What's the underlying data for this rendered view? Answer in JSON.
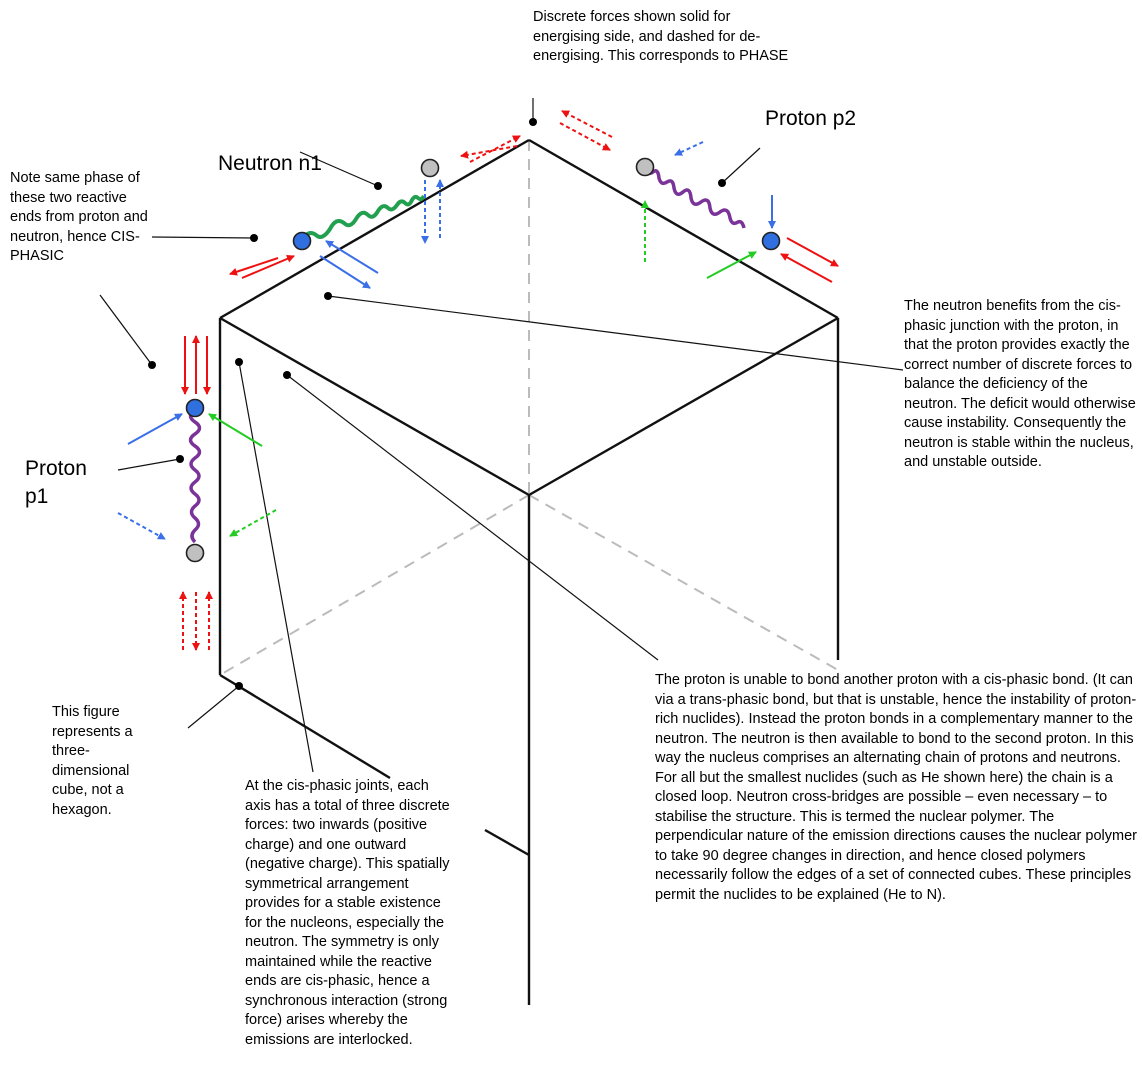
{
  "labels": {
    "neutron_n1": "Neutron n1",
    "proton_p2": "Proton p2",
    "proton_p1": "Proton p1"
  },
  "notes": {
    "phase": "Discrete forces shown solid for energising side, and dashed for de-energising. This corresponds to PHASE",
    "cis_phasic": "Note same phase of these two reactive ends from proton and neutron, hence CIS-PHASIC",
    "neutron_benefit": "The neutron benefits from the cis-phasic junction with the proton, in that the proton provides exactly the correct number of discrete forces to balance the deficiency of the neutron. The deficit would otherwise cause instability. Consequently the neutron is stable within the nucleus, and unstable outside.",
    "cube": "This figure represents a three-dimensional cube, not a hexagon.",
    "joints": "At the cis-phasic joints, each axis has a total of three discrete forces: two inwards (positive charge) and one outward (negative charge).  This spatially symmetrical arrangement provides for a stable existence for the nucleons, especially the neutron. The symmetry is only maintained while the reactive ends are cis-phasic, hence a synchronous interaction (strong force) arises whereby the emissions are interlocked.",
    "proton_bond": "The proton is unable to bond another proton with a cis-phasic bond. (It can via a trans-phasic bond, but that is unstable, hence the instability of proton-rich nuclides). Instead the proton bonds in a complementary manner to the neutron. The neutron is then available to bond to the second proton. In this way the nucleus comprises an alternating chain of protons and neutrons. For all but the smallest nuclides (such as He shown here) the chain is a closed loop. Neutron cross-bridges are possible – even necessary – to stabilise the structure.  This is termed the nuclear polymer. The perpendicular nature of the emission directions causes the nuclear polymer to take 90 degree changes in direction, and hence closed polymers necessarily follow the edges of a set of connected cubes. These principles permit the nuclides to be explained (He to N)."
  },
  "colors": {
    "red": "#ee1111",
    "blue": "#3a6fe8",
    "green": "#22cc22",
    "purple": "#7a3399",
    "neutron_green": "#22a050",
    "grey_node": "#c0c0c0",
    "blue_node": "#2f6fe0",
    "hidden_edge": "#bbbbbb"
  },
  "nodes": {
    "blue": "reactive end (blue sphere)",
    "grey": "non-reactive end (grey sphere)"
  }
}
